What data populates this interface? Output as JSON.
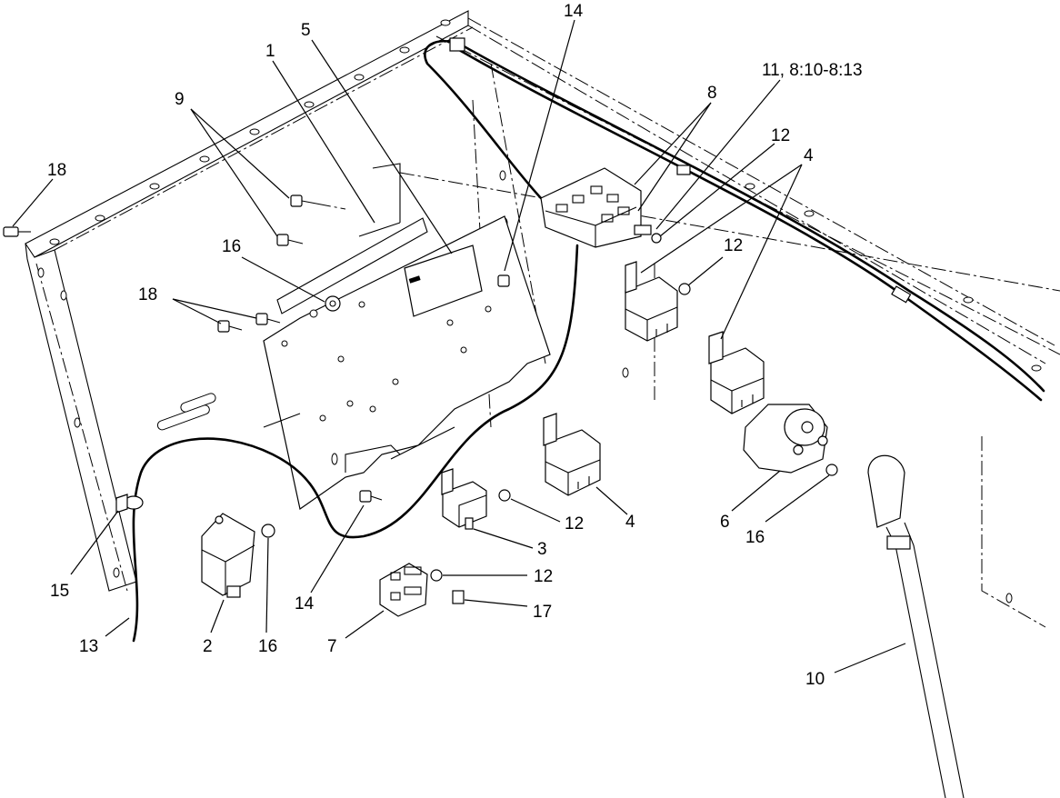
{
  "callouts": {
    "c1": "1",
    "c2": "2",
    "c3": "3",
    "c4a": "4",
    "c4b": "4",
    "c5": "5",
    "c6": "6",
    "c7": "7",
    "c8": "8",
    "c9": "9",
    "c10": "10",
    "c11": "11, 8:10-8:13",
    "c12a": "12",
    "c12b": "12",
    "c12c": "12",
    "c12d": "12",
    "c13": "13",
    "c14a": "14",
    "c14b": "14",
    "c15": "15",
    "c16a": "16",
    "c16b": "16",
    "c16c": "16",
    "c17": "17",
    "c18a": "18",
    "c18b": "18"
  }
}
